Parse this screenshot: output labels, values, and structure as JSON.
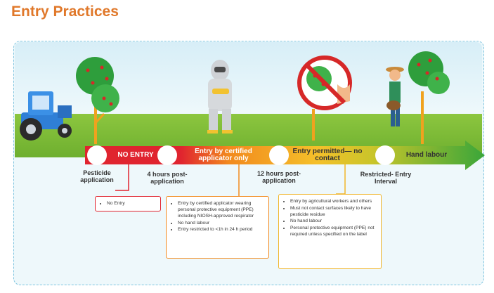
{
  "title": "Entry Practices",
  "stages": [
    {
      "label": "NO ENTRY"
    },
    {
      "label": "Entry by certified applicator only"
    },
    {
      "label": "Entry permitted— no contact"
    },
    {
      "label": "Hand labour"
    }
  ],
  "milestones": [
    {
      "label": "Pesticide application"
    },
    {
      "label": "4 hours post-application"
    },
    {
      "label": "12 hours post-application"
    },
    {
      "label": "Restricted- Entry Interval"
    }
  ],
  "boxes": [
    {
      "items": [
        "No Entry"
      ],
      "color": "#e0242f"
    },
    {
      "items": [
        "Entry by certified applicator wearing personal protective equipment (PPE) including NIOSH-approved respirator",
        "No hand labour",
        "Entry restricted to <1h in 24 h period"
      ],
      "color": "#f28a1e"
    },
    {
      "items": [
        "Entry by agricultural workers and others",
        "Must not contact surfaces likely to have pesticide residue",
        "No hand labour",
        "Personal protective equipment (PPE) not required unless specified on the label"
      ],
      "color": "#f0b52a"
    }
  ],
  "colors": {
    "no_entry": "#e0242f",
    "applicator": "#f28a1e",
    "no_contact": "#f5c02a",
    "hand_labour": "#3aa63a",
    "title": "#e0782a"
  }
}
